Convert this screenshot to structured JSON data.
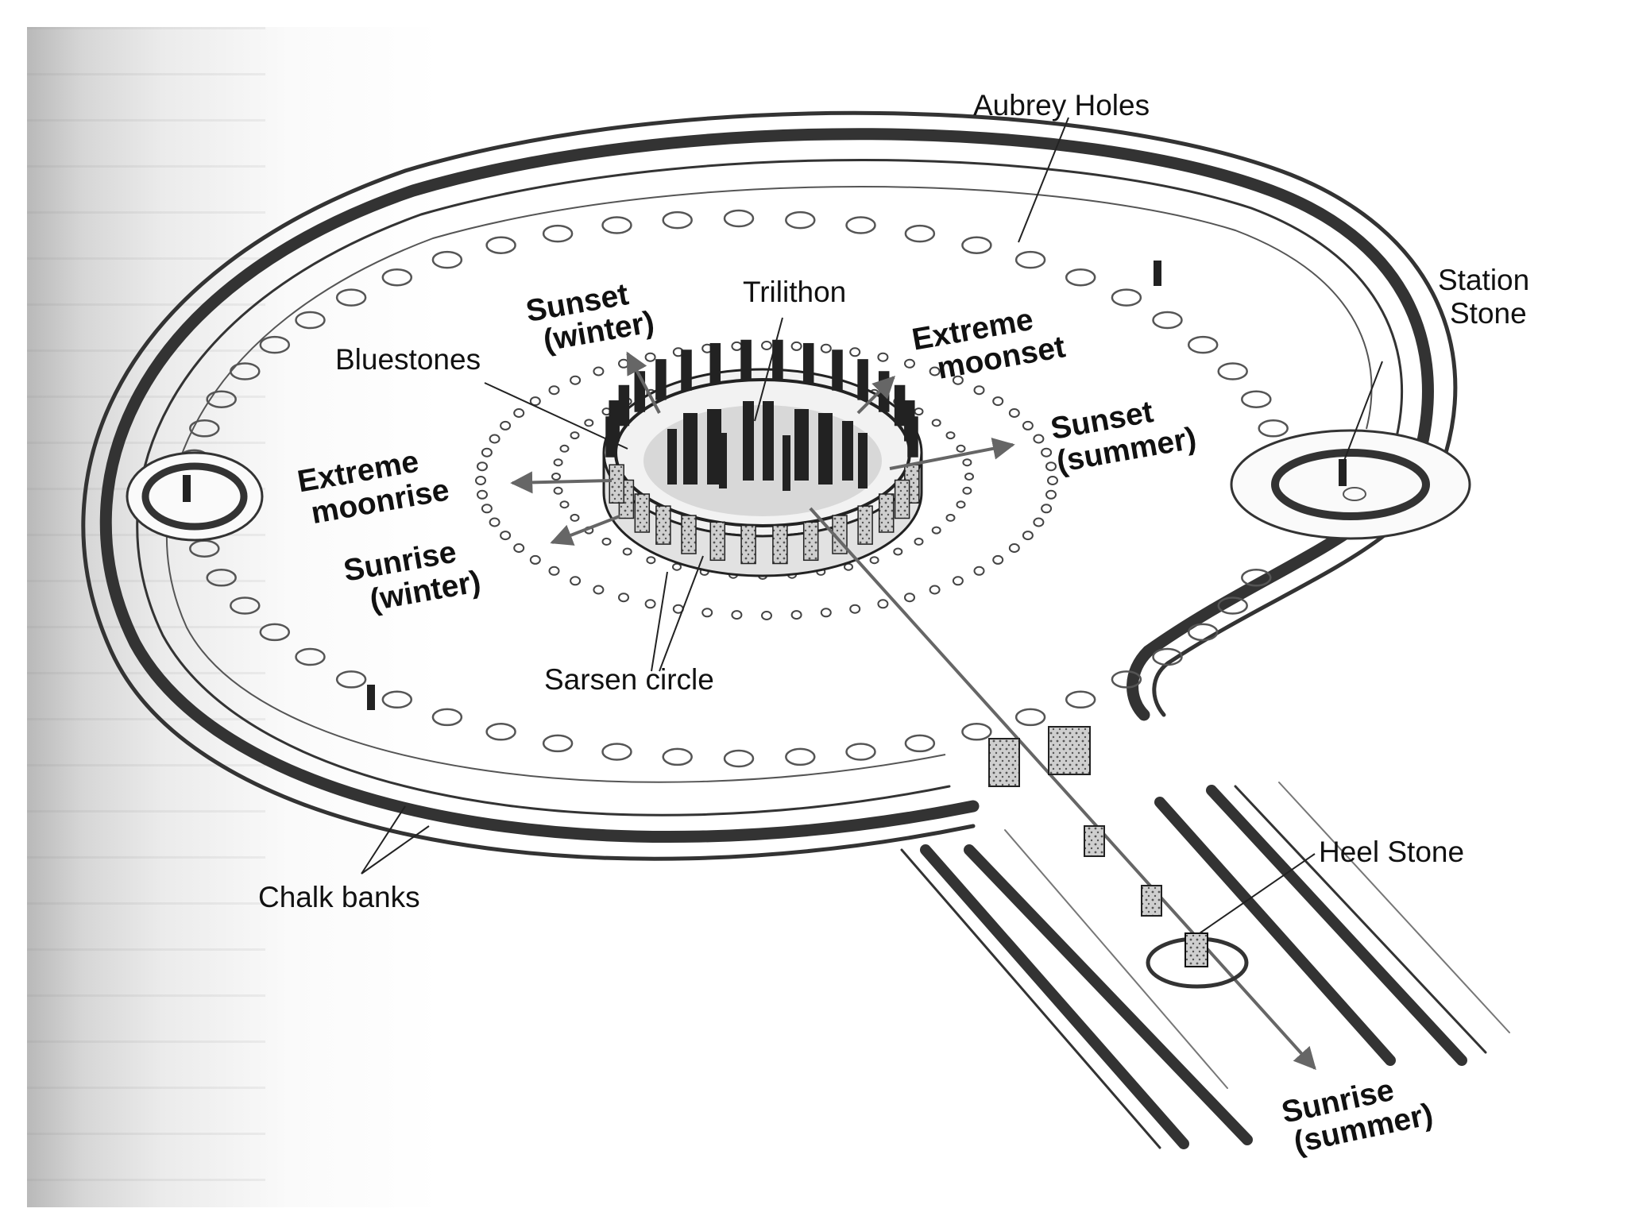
{
  "labels": {
    "aubrey_holes": "Aubrey Holes",
    "station_stone_1": "Station",
    "station_stone_2": "Stone",
    "trilithon": "Trilithon",
    "sunset_winter_1": "Sunset",
    "sunset_winter_2": "(winter)",
    "extreme_moonset_1": "Extreme",
    "extreme_moonset_2": "moonset",
    "bluestones": "Bluestones",
    "sunset_summer_1": "Sunset",
    "sunset_summer_2": "(summer)",
    "extreme_moonrise_1": "Extreme",
    "extreme_moonrise_2": "moonrise",
    "sunrise_winter_1": "Sunrise",
    "sunrise_winter_2": "(winter)",
    "sarsen_circle": "Sarsen circle",
    "chalk_banks": "Chalk banks",
    "heel_stone": "Heel Stone",
    "sunrise_summer_1": "Sunrise",
    "sunrise_summer_2": "(summer)"
  }
}
